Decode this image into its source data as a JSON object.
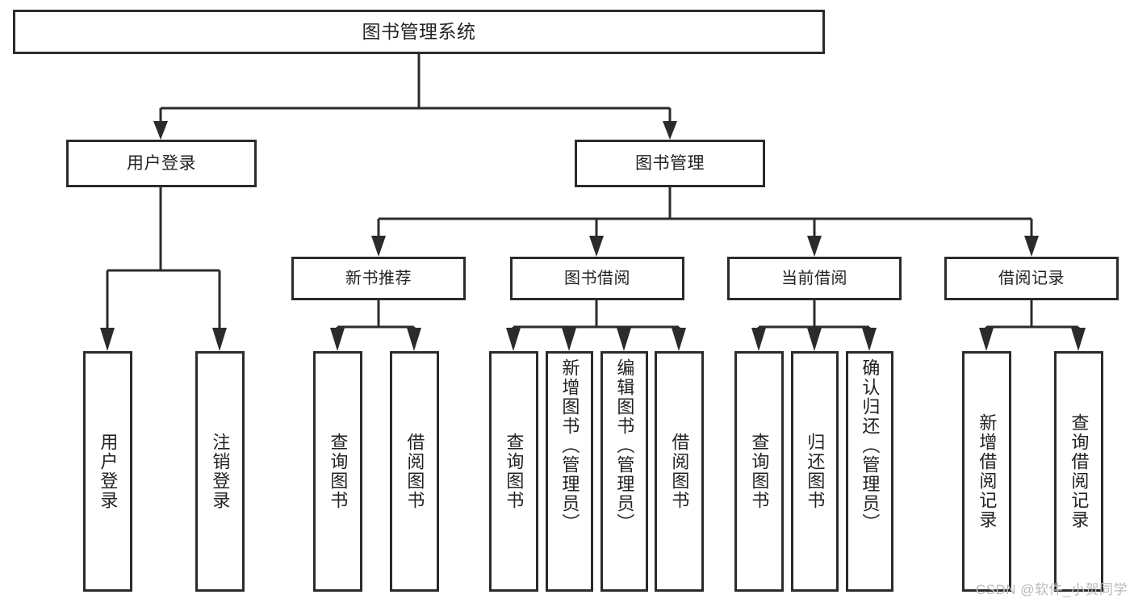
{
  "diagram": {
    "title": "图书管理系统",
    "type": "hierarchy-tree",
    "watermark": "CSDN @软件_小贺同学",
    "colors": {
      "stroke": "#2b2b2b",
      "text": "#232323",
      "background": "#ffffff",
      "watermark": "#b9b9b9"
    },
    "root": {
      "label": "图书管理系统"
    },
    "level1": [
      {
        "label": "用户登录"
      },
      {
        "label": "图书管理"
      }
    ],
    "level2": [
      {
        "label": "新书推荐"
      },
      {
        "label": "图书借阅"
      },
      {
        "label": "当前借阅"
      },
      {
        "label": "借阅记录"
      }
    ],
    "leaves": {
      "user_login": [
        {
          "label": "用户登录"
        },
        {
          "label": "注销登录"
        }
      ],
      "new_book_recommend": [
        {
          "label": "查询图书"
        },
        {
          "label": "借阅图书"
        }
      ],
      "book_borrow": [
        {
          "label": "查询图书"
        },
        {
          "label": "新增图书（管理员）"
        },
        {
          "label": "编辑图书（管理员）"
        },
        {
          "label": "借阅图书"
        }
      ],
      "current_borrow": [
        {
          "label": "查询图书"
        },
        {
          "label": "归还图书"
        },
        {
          "label": "确认归还（管理员）"
        }
      ],
      "borrow_records": [
        {
          "label": "新增借阅记录"
        },
        {
          "label": "查询借阅记录"
        }
      ]
    }
  }
}
